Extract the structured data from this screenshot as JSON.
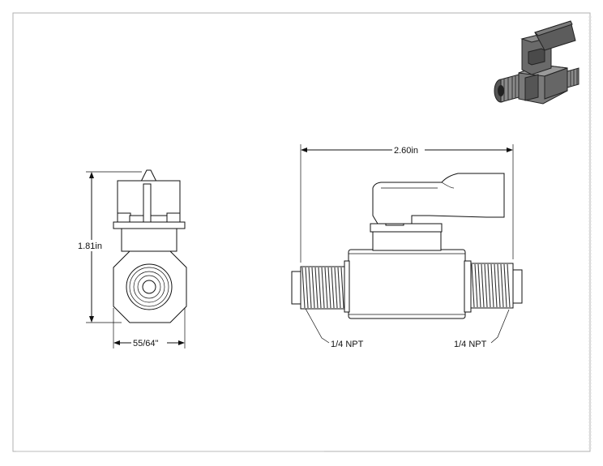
{
  "drawing": {
    "dimensions": {
      "overall_length": "2.60in",
      "height": "1.81in",
      "width": "55/64\"",
      "left_thread": "1/4 NPT",
      "right_thread": "1/4 NPT"
    }
  },
  "preview": {
    "body_color": "#7a7a7a",
    "handle_color": "#5c5c5c"
  }
}
